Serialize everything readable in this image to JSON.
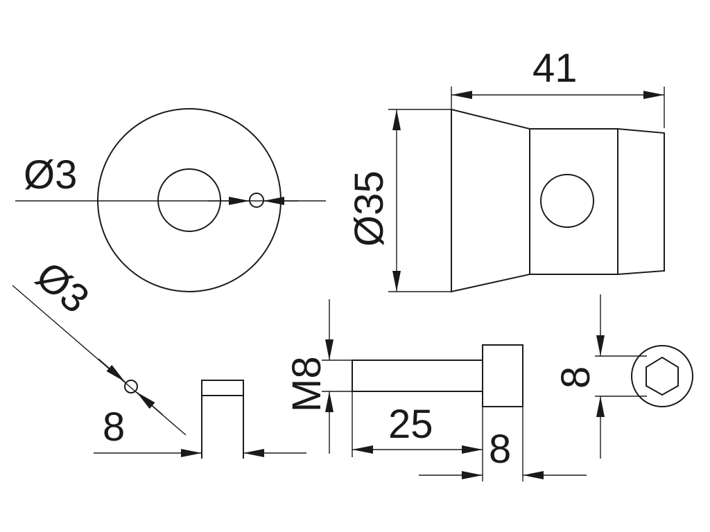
{
  "labels": {
    "top_view_diameter": "Ø3",
    "outer_diameter": "Ø35",
    "overall_length": "41",
    "pin_diameter": "Ø3",
    "pin_length": "8",
    "thread": "M8",
    "screw_length": "25",
    "head_length": "8",
    "hex_size": "8"
  },
  "colors": {
    "line": "#1a1a1a",
    "background": "#ffffff"
  }
}
